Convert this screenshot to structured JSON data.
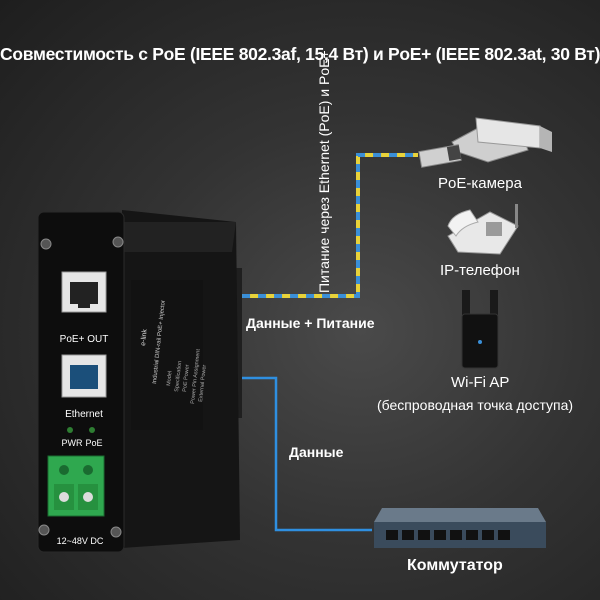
{
  "title": "Совместимость с PoE (IEEE 802.3af, 15,4 Вт) и PoE+ (IEEE 802.3at, 30 Вт)",
  "cable_label": "Питание через Ethernet (PoE) и PoE+",
  "connection_labels": {
    "data_power": "Данные + Питание",
    "data": "Данные"
  },
  "devices": {
    "camera": "PoE-камера",
    "phone": "IP-телефон",
    "ap_line1": "Wi-Fi AP",
    "ap_line2": "(беспроводная точка доступа)",
    "switch": "Коммутатор"
  },
  "injector": {
    "brand": "e-link",
    "product": "Industrial DIN-rail PoE+ Injector",
    "port_out_label": "PoE+ OUT",
    "port_in_label": "Ethernet",
    "led_pwr": "PWR",
    "led_poe": "PoE",
    "dc_label": "12~48V DC",
    "spec_lines": [
      "Model",
      "Specification",
      "PoE Power",
      "Power Pin Assignment",
      "External Power"
    ]
  },
  "colors": {
    "background": "#333333",
    "cable_yellow": "#e8d23a",
    "cable_blue": "#3a8fd8",
    "data_line": "#2f8fe0",
    "terminal_green": "#2fa84f"
  }
}
